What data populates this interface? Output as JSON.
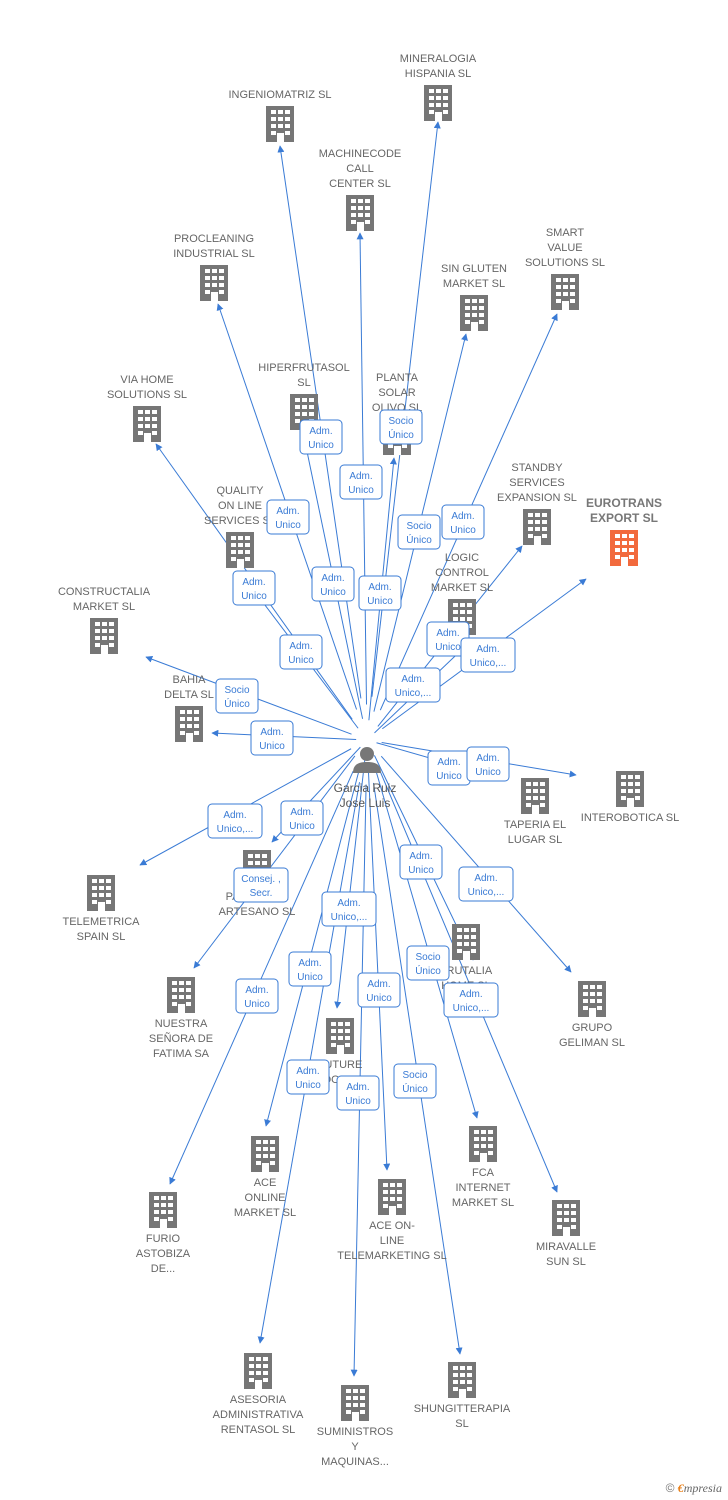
{
  "center_person": {
    "lines": [
      "Garcia Ruiz",
      "Jose Luis"
    ]
  },
  "colors": {
    "edge": "#3a7bd5",
    "building": "#767676",
    "highlight": "#f26a3d",
    "role_border": "#3a7bd5"
  },
  "icons": {
    "company": "building-icon",
    "person": "person-icon"
  },
  "companies": [
    {
      "id": "mineralogia",
      "lines": [
        "MINERALOGIA",
        "HISPANIA  SL"
      ]
    },
    {
      "id": "ingeniomatriz",
      "lines": [
        "INGENIOMATRIZ SL"
      ]
    },
    {
      "id": "machinecode",
      "lines": [
        "MACHINECODE",
        "CALL",
        "CENTER  SL"
      ]
    },
    {
      "id": "procleaning",
      "lines": [
        "PROCLEANING",
        "INDUSTRIAL SL"
      ]
    },
    {
      "id": "smartvalue",
      "lines": [
        "SMART",
        "VALUE",
        "SOLUTIONS SL"
      ]
    },
    {
      "id": "singluten",
      "lines": [
        "SIN GLUTEN",
        "MARKET  SL"
      ]
    },
    {
      "id": "viahome",
      "lines": [
        "VIA HOME",
        "SOLUTIONS SL"
      ]
    },
    {
      "id": "hiperfrutasol",
      "lines": [
        "HIPERFRUTASOL",
        "SL"
      ]
    },
    {
      "id": "plantasolar",
      "lines": [
        "PLANTA",
        "SOLAR",
        "OLIVO SL"
      ]
    },
    {
      "id": "standby",
      "lines": [
        "STANDBY",
        "SERVICES",
        "EXPANSION SL"
      ]
    },
    {
      "id": "eurotrans",
      "lines": [
        "EUROTRANS",
        "EXPORT  SL"
      ],
      "highlight": true
    },
    {
      "id": "qualityonline",
      "lines": [
        "QUALITY",
        "ON LINE",
        "SERVICES  SL"
      ]
    },
    {
      "id": "logiccontrol",
      "lines": [
        "LOGIC",
        "CONTROL",
        "MARKET  SL"
      ]
    },
    {
      "id": "constructalia",
      "lines": [
        "CONSTRUCTALIA",
        "MARKET  SL"
      ]
    },
    {
      "id": "bahiadelta",
      "lines": [
        "BAHIA",
        "DELTA  SL"
      ]
    },
    {
      "id": "interobotica",
      "lines": [
        "INTEROBOTICA SL"
      ]
    },
    {
      "id": "taperia",
      "lines": [
        "TAPERIA EL",
        "LUGAR SL"
      ]
    },
    {
      "id": "telemetrica",
      "lines": [
        "TELEMETRICA",
        "SPAIN  SL"
      ]
    },
    {
      "id": "panaderia",
      "lines": [
        "PANADERIA",
        "ARTESANO  SL"
      ]
    },
    {
      "id": "grupogeliman",
      "lines": [
        "GRUPO",
        "GELIMAN  SL"
      ]
    },
    {
      "id": "nuestrasenora",
      "lines": [
        "NUESTRA",
        "SEÑORA DE",
        "FATIMA SA"
      ]
    },
    {
      "id": "frutalia",
      "lines": [
        "FRUTALIA",
        "HOME  SL"
      ]
    },
    {
      "id": "future",
      "lines": [
        "FUTURE",
        "FOOD SL"
      ]
    },
    {
      "id": "aceonline",
      "lines": [
        "ACE",
        "ONLINE",
        "MARKET SL"
      ]
    },
    {
      "id": "fcainternet",
      "lines": [
        "FCA",
        "INTERNET",
        "MARKET  SL"
      ]
    },
    {
      "id": "furioastobiza",
      "lines": [
        "FURIO",
        "ASTOBIZA",
        "DE..."
      ]
    },
    {
      "id": "aceonline2",
      "lines": [
        "ACE ON-",
        "LINE",
        "TELEMARKETING SL"
      ]
    },
    {
      "id": "miravalle",
      "lines": [
        "MIRAVALLE",
        "SUN  SL"
      ]
    },
    {
      "id": "asesoria",
      "lines": [
        "ASESORIA",
        "ADMINISTRATIVA",
        "RENTASOL SL"
      ]
    },
    {
      "id": "shungitterapia",
      "lines": [
        "SHUNGITTERAPIA",
        "SL"
      ]
    },
    {
      "id": "suministros",
      "lines": [
        "SUMINISTROS",
        "Y",
        "MAQUINAS..."
      ]
    }
  ],
  "roles": [
    {
      "id": "r-hiper",
      "lines": [
        "Adm.",
        "Unico"
      ]
    },
    {
      "id": "r-planta",
      "lines": [
        "Socio",
        "Único"
      ]
    },
    {
      "id": "r-machine",
      "lines": [
        "Adm.",
        "Unico"
      ]
    },
    {
      "id": "r-procleaning",
      "lines": [
        "Adm.",
        "Unico"
      ]
    },
    {
      "id": "r-singluten",
      "lines": [
        "Socio",
        "Único"
      ]
    },
    {
      "id": "r-smart",
      "lines": [
        "Adm.",
        "Unico"
      ]
    },
    {
      "id": "r-viahome",
      "lines": [
        "Adm.",
        "Unico"
      ]
    },
    {
      "id": "r-ingenio",
      "lines": [
        "Adm.",
        "Unico"
      ]
    },
    {
      "id": "r-mineral",
      "lines": [
        "Adm.",
        "Unico"
      ]
    },
    {
      "id": "r-quality",
      "lines": [
        "Adm.",
        "Unico"
      ]
    },
    {
      "id": "r-logic",
      "lines": [
        "Adm.",
        "Unico"
      ]
    },
    {
      "id": "r-eurotrans",
      "lines": [
        "Adm.",
        "Unico,..."
      ]
    },
    {
      "id": "r-standby",
      "lines": [
        "Adm.",
        "Unico,..."
      ]
    },
    {
      "id": "r-bahia",
      "lines": [
        "Socio",
        "Único"
      ]
    },
    {
      "id": "r-constructalia",
      "lines": [
        "Adm.",
        "Unico"
      ]
    },
    {
      "id": "r-taperia",
      "lines": [
        "Adm.",
        "Unico"
      ]
    },
    {
      "id": "r-interobotica",
      "lines": [
        "Adm.",
        "Unico"
      ]
    },
    {
      "id": "r-telemetrica",
      "lines": [
        "Adm.",
        "Unico,..."
      ]
    },
    {
      "id": "r-panaderia",
      "lines": [
        "Adm.",
        "Unico"
      ]
    },
    {
      "id": "r-consej",
      "lines": [
        "Consej. ,",
        "Secr."
      ]
    },
    {
      "id": "r-frutalia",
      "lines": [
        "Adm.",
        "Unico"
      ]
    },
    {
      "id": "r-geliman",
      "lines": [
        "Adm.",
        "Unico,..."
      ]
    },
    {
      "id": "r-future",
      "lines": [
        "Adm.",
        "Unico,..."
      ]
    },
    {
      "id": "r-aceonline",
      "lines": [
        "Adm.",
        "Unico"
      ]
    },
    {
      "id": "r-fca",
      "lines": [
        "Socio",
        "Único"
      ]
    },
    {
      "id": "r-miravalle",
      "lines": [
        "Adm.",
        "Unico,..."
      ]
    },
    {
      "id": "r-aceonline2",
      "lines": [
        "Adm.",
        "Unico"
      ]
    },
    {
      "id": "r-furio",
      "lines": [
        "Adm.",
        "Unico"
      ]
    },
    {
      "id": "r-asesoria",
      "lines": [
        "Adm.",
        "Unico"
      ]
    },
    {
      "id": "r-suministros",
      "lines": [
        "Adm.",
        "Unico"
      ]
    },
    {
      "id": "r-shungit",
      "lines": [
        "Socio",
        "Único"
      ]
    }
  ],
  "footer": {
    "copyright": "©",
    "brand_initial": "€",
    "brand_rest": "mpresia"
  }
}
